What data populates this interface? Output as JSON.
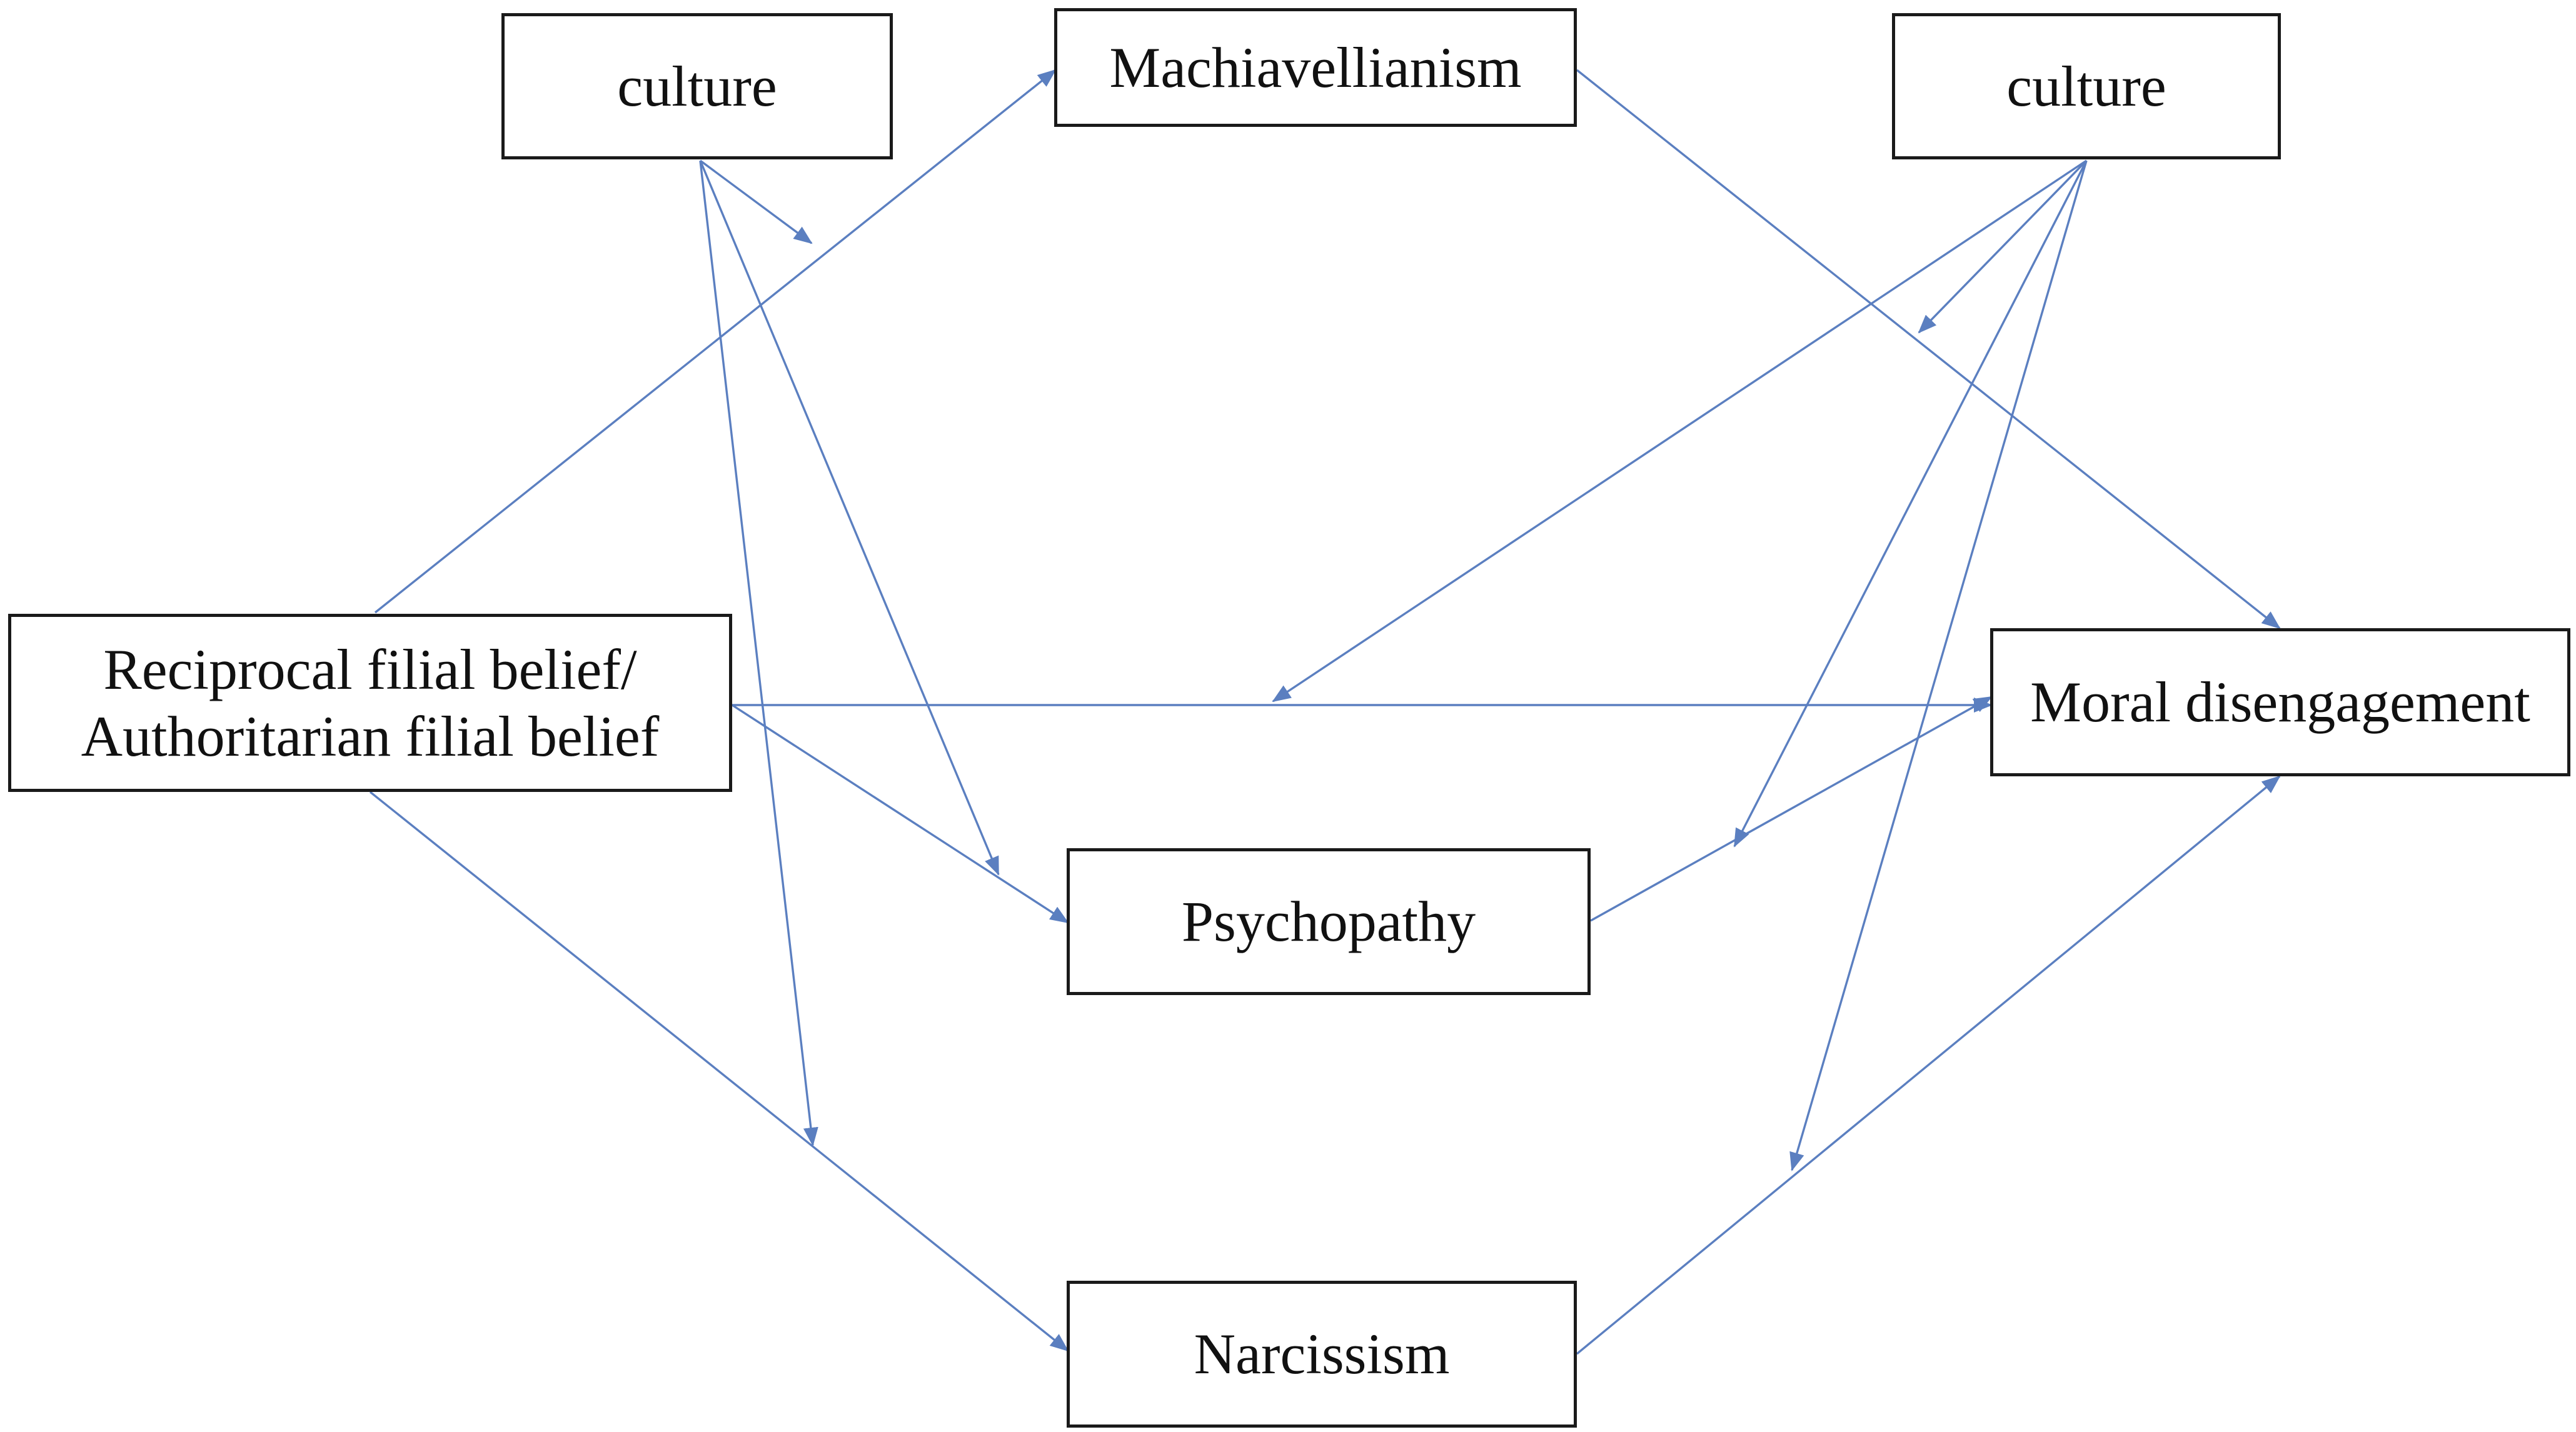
{
  "diagram": {
    "nodes": {
      "culture_left": "culture",
      "machiavellianism": "Machiavellianism",
      "culture_right": "culture",
      "filial_belief": {
        "line1": "Reciprocal filial belief/",
        "line2": "Authoritarian filial belief"
      },
      "moral_disengagement": "Moral disengagement",
      "psychopathy": "Psychopathy",
      "narcissism": "Narcissism"
    },
    "edges": [
      {
        "from": "filial_belief",
        "to": "machiavellianism"
      },
      {
        "from": "filial_belief",
        "to": "psychopathy"
      },
      {
        "from": "filial_belief",
        "to": "narcissism"
      },
      {
        "from": "filial_belief",
        "to": "moral_disengagement"
      },
      {
        "from": "machiavellianism",
        "to": "moral_disengagement"
      },
      {
        "from": "psychopathy",
        "to": "moral_disengagement"
      },
      {
        "from": "narcissism",
        "to": "moral_disengagement"
      },
      {
        "from": "culture_left",
        "to": "filial_belief→machiavellianism path",
        "moderates": true
      },
      {
        "from": "culture_left",
        "to": "filial_belief→psychopathy path",
        "moderates": true
      },
      {
        "from": "culture_left",
        "to": "filial_belief→narcissism path",
        "moderates": true
      },
      {
        "from": "culture_right",
        "to": "machiavellianism→moral_disengagement path",
        "moderates": true
      },
      {
        "from": "culture_right",
        "to": "filial_belief→moral_disengagement path",
        "moderates": true
      },
      {
        "from": "culture_right",
        "to": "psychopathy→moral_disengagement path",
        "moderates": true
      },
      {
        "from": "culture_right",
        "to": "narcissism→moral_disengagement path",
        "moderates": true
      }
    ],
    "colors": {
      "arrow": "#5b7fc0",
      "box_border": "#1a1a1a",
      "text": "#111111",
      "background": "#ffffff"
    }
  }
}
